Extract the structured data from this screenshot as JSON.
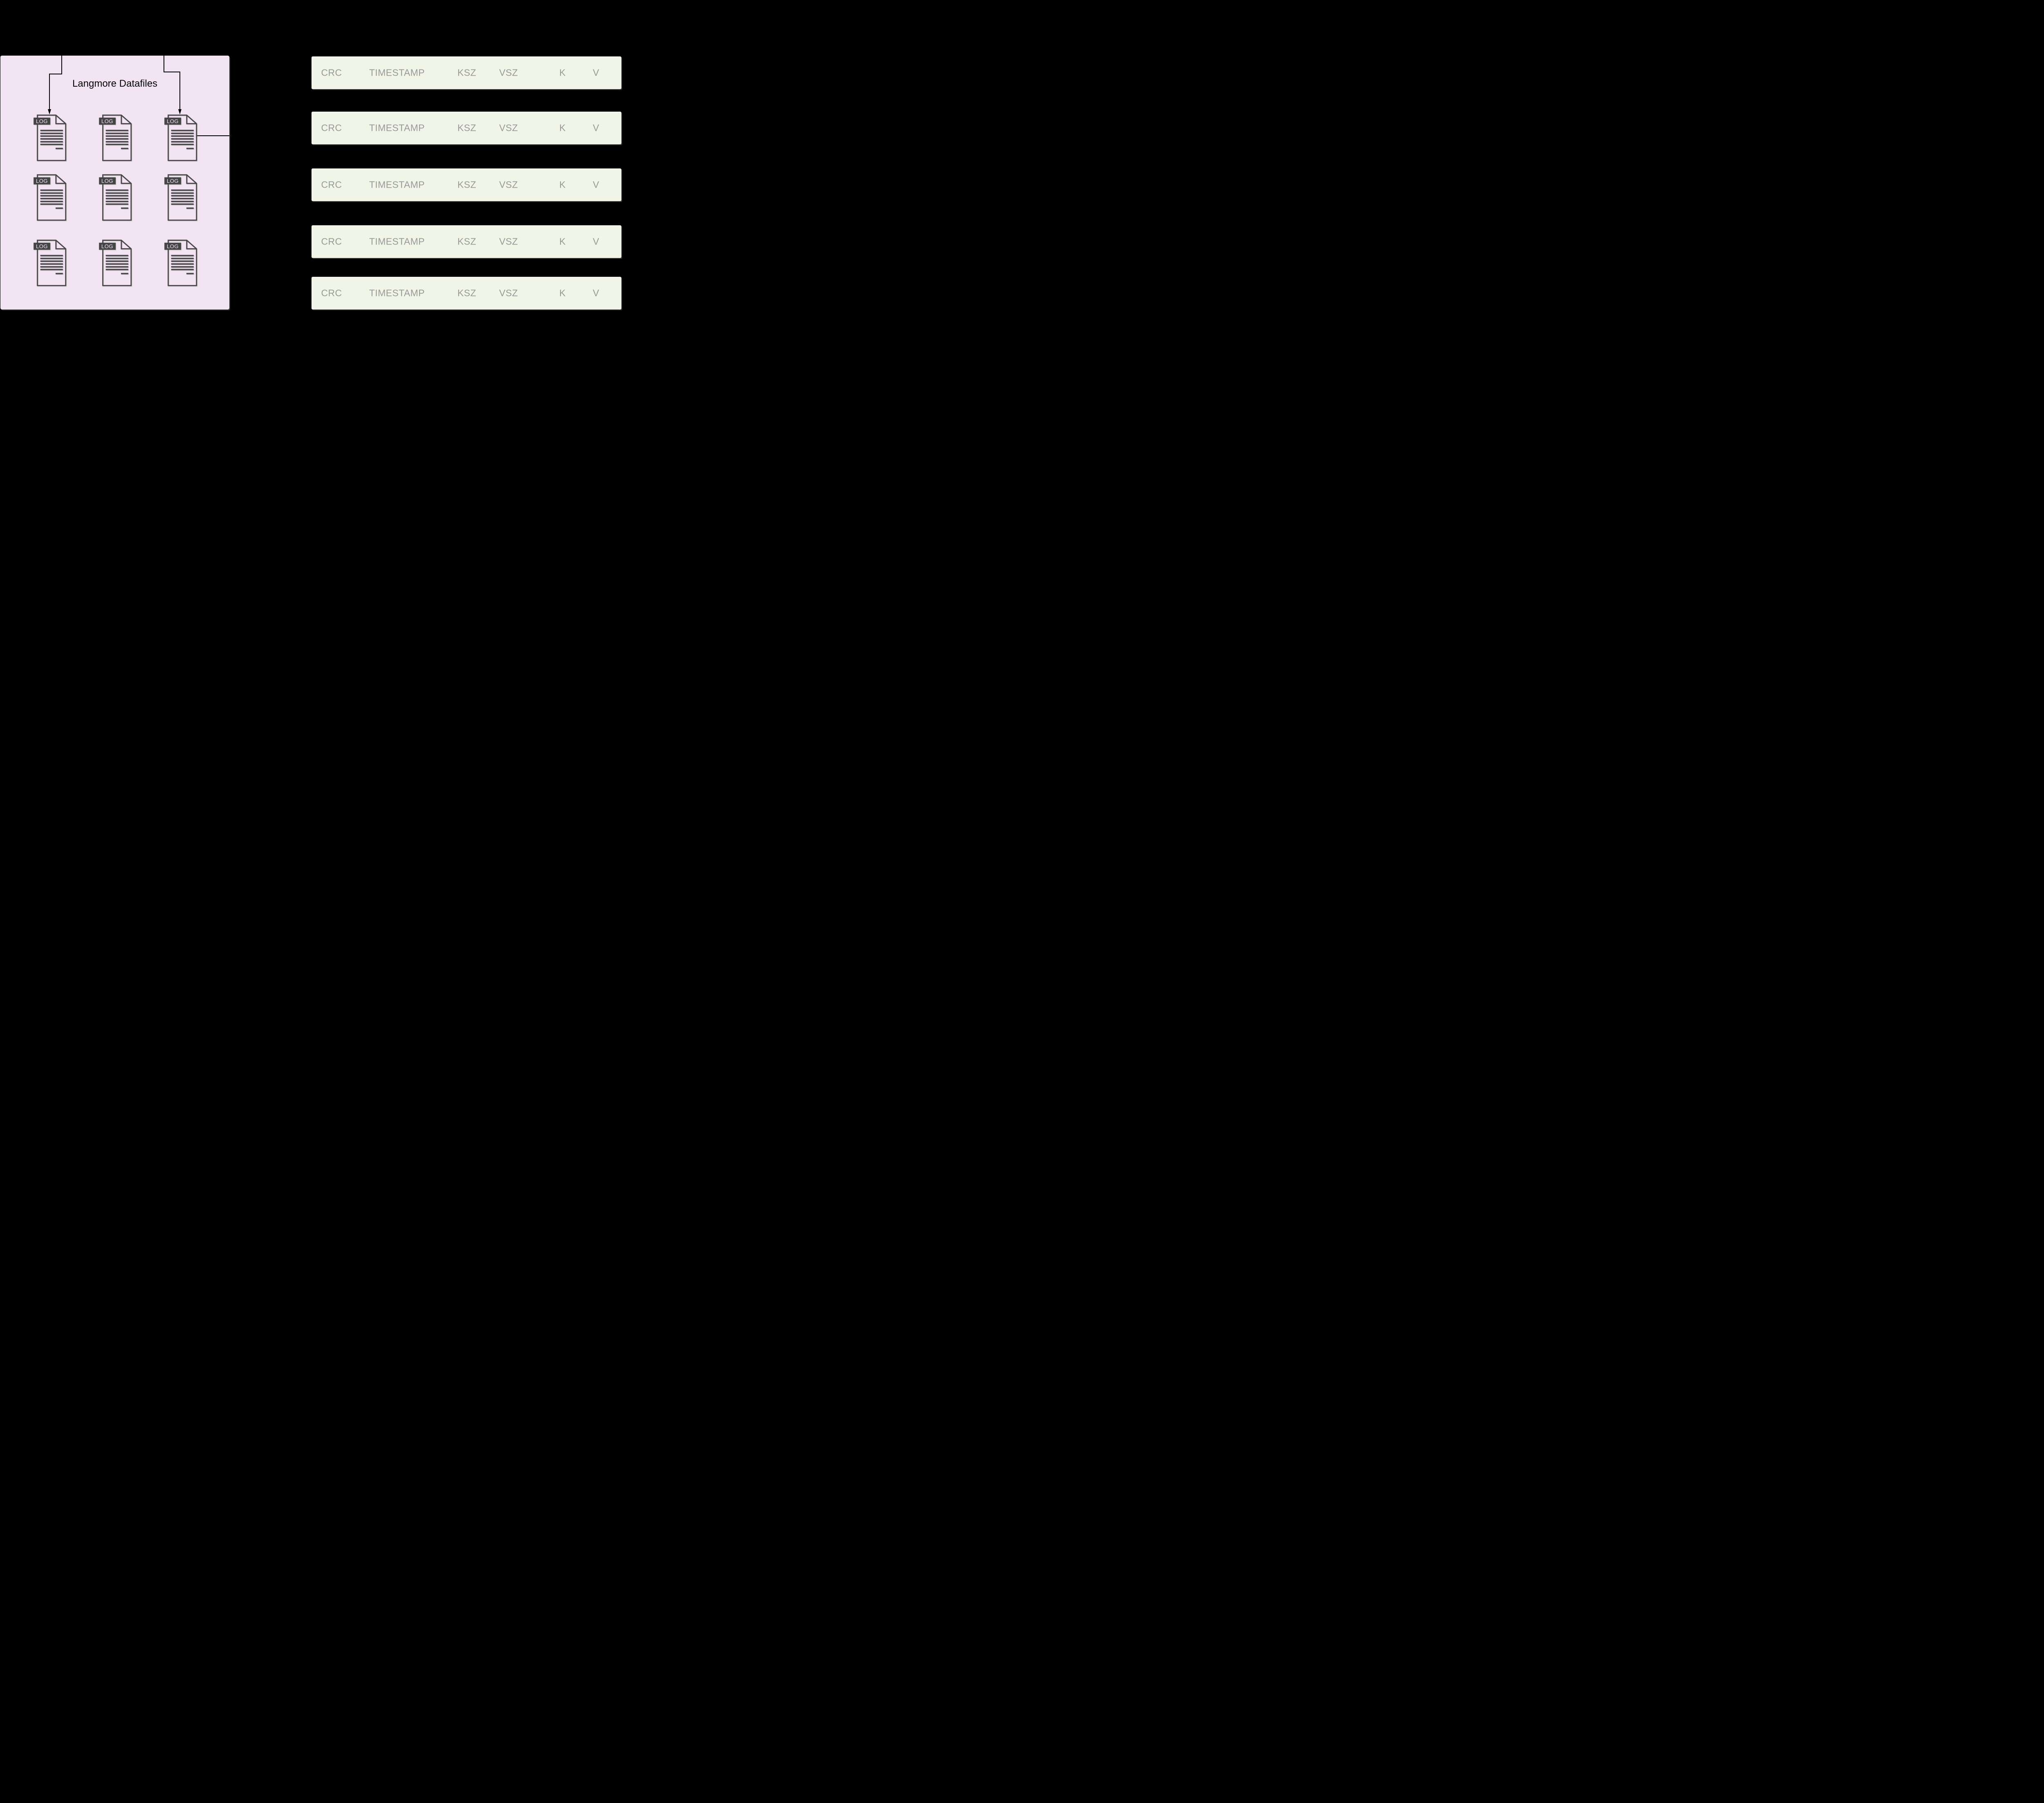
{
  "canvas": {
    "background": "#000000"
  },
  "datafiles_panel": {
    "title": "Langmore Datafiles",
    "fill": "#F2E4F3",
    "icon_dark_color": "#454545",
    "icon_label": "LOG",
    "icons": [
      {
        "badge": "LOG"
      },
      {
        "badge": "LOG"
      },
      {
        "badge": "LOG"
      },
      {
        "badge": "LOG"
      },
      {
        "badge": "LOG"
      },
      {
        "badge": "LOG"
      },
      {
        "badge": "LOG"
      },
      {
        "badge": "LOG"
      },
      {
        "badge": "LOG"
      }
    ]
  },
  "records_panel": {
    "row_fill": "#F0F5E8",
    "label_color": "#999999",
    "fields": [
      "CRC",
      "TIMESTAMP",
      "KSZ",
      "VSZ",
      "K",
      "V"
    ],
    "rows": [
      {
        "cells": [
          "CRC",
          "TIMESTAMP",
          "KSZ",
          "VSZ",
          "K",
          "V"
        ]
      },
      {
        "cells": [
          "CRC",
          "TIMESTAMP",
          "KSZ",
          "VSZ",
          "K",
          "V"
        ]
      },
      {
        "cells": [
          "CRC",
          "TIMESTAMP",
          "KSZ",
          "VSZ",
          "K",
          "V"
        ]
      },
      {
        "cells": [
          "CRC",
          "TIMESTAMP",
          "KSZ",
          "VSZ",
          "K",
          "V"
        ]
      },
      {
        "cells": [
          "CRC",
          "TIMESTAMP",
          "KSZ",
          "VSZ",
          "K",
          "V"
        ]
      }
    ]
  }
}
